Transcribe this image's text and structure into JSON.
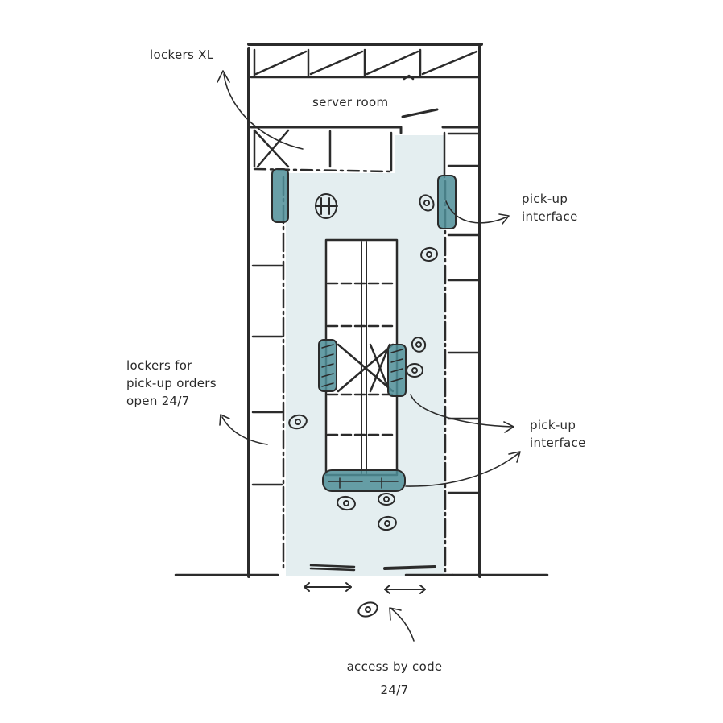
{
  "labels": {
    "lockers_xl": "lockers XL",
    "server_room": "server room",
    "pickup_interface_top": [
      "pick-up",
      "interface"
    ],
    "pickup_interface_mid": [
      "pick-up",
      "interface"
    ],
    "lockers_pickup": [
      "lockers for",
      "pick-up orders",
      "open 24/7"
    ],
    "access": [
      "access by code",
      "24/7"
    ]
  },
  "colors": {
    "ink": "#2b2b2b",
    "floor_highlight": "#e4eef0",
    "interface_highlight": "#4f8e98"
  },
  "icons": [
    "person-icon",
    "arrow-icon",
    "door-arrow-icon"
  ]
}
